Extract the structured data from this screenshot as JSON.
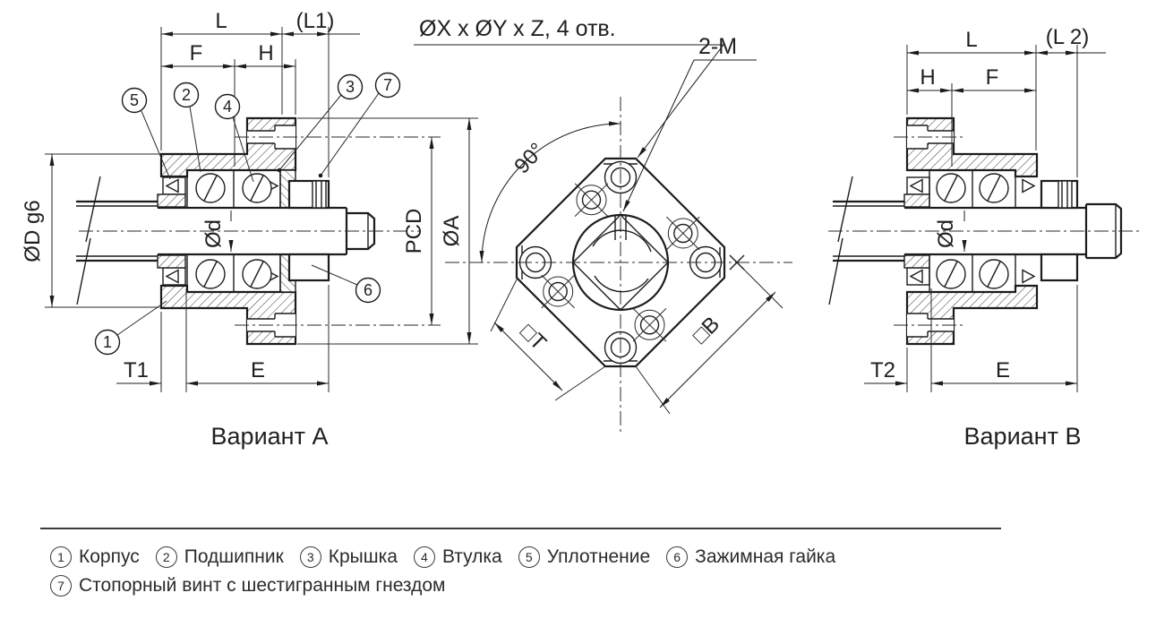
{
  "drawing": {
    "variant_a": {
      "title": "Вариант A",
      "dims": {
        "L": "L",
        "L1": "(L1)",
        "F": "F",
        "H": "H",
        "D": "ØD g6",
        "d": "Ød",
        "PCD": "PCD",
        "A": "ØA",
        "T1": "T1",
        "E": "E"
      },
      "callouts": {
        "c1": "1",
        "c2": "2",
        "c3": "3",
        "c4": "4",
        "c5": "5",
        "c6": "6",
        "c7": "7"
      }
    },
    "front_view": {
      "holes_note": "ØX x ØY x Z, 4 отв.",
      "thread_note": "2-M",
      "angle": "90°",
      "square_t": "□T",
      "square_b": "□B"
    },
    "variant_b": {
      "title": "Вариант B",
      "dims": {
        "L": "L",
        "L2": "(L 2)",
        "H": "H",
        "F": "F",
        "d": "Ød",
        "T2": "T2",
        "E": "E"
      }
    }
  },
  "legend": {
    "items": [
      {
        "num": "1",
        "label": "Корпус"
      },
      {
        "num": "2",
        "label": "Подшипник"
      },
      {
        "num": "3",
        "label": "Крышка"
      },
      {
        "num": "4",
        "label": "Втулка"
      },
      {
        "num": "5",
        "label": "Уплотнение"
      },
      {
        "num": "6",
        "label": "Зажимная гайка"
      },
      {
        "num": "7",
        "label": "Стопорный винт с шестигранным гнездом"
      }
    ]
  }
}
